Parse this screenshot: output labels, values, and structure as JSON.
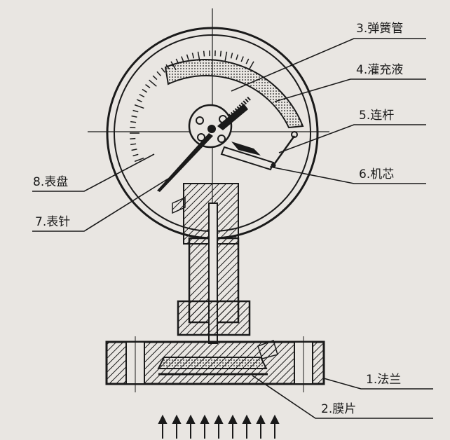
{
  "labels": {
    "bourdon_tube": "3.弹簧管",
    "fill_fluid": "4.灌充液",
    "linkage": "5.连杆",
    "movement": "6.机芯",
    "dial": "8.表盘",
    "pointer": "7.表针",
    "flange": "1.法兰",
    "diaphragm": "2.膜片"
  },
  "colors": {
    "ink": "#1a1a1a",
    "paper": "#e9e6e2"
  }
}
